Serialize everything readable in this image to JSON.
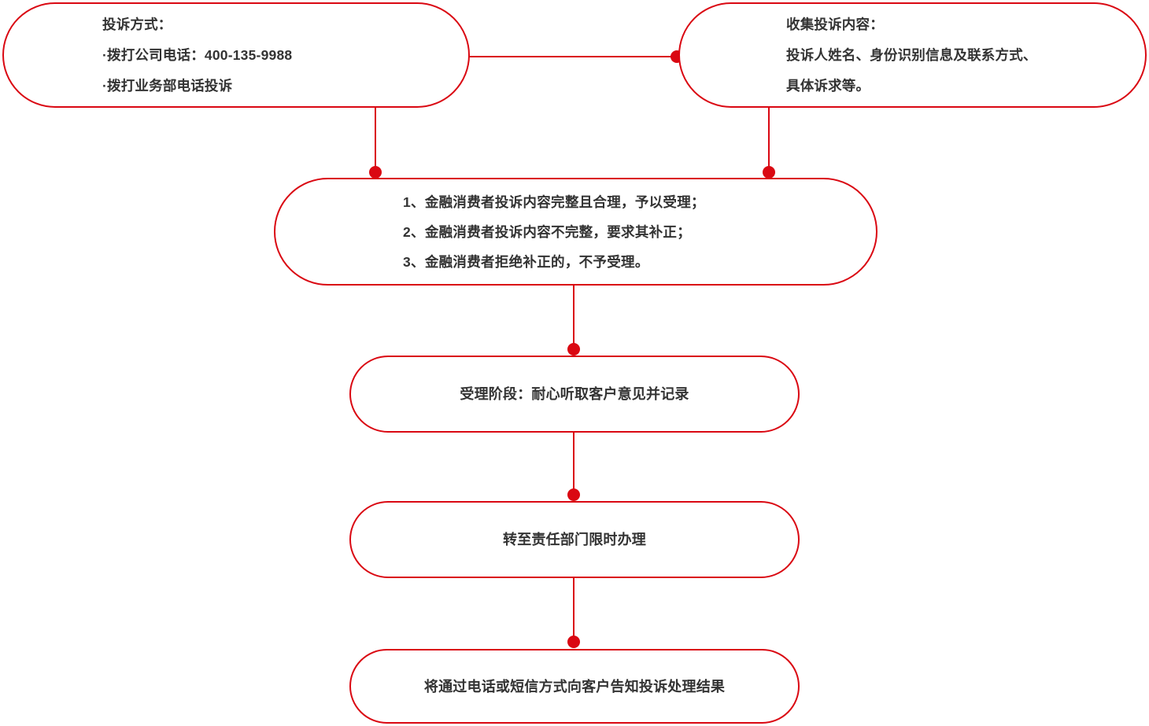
{
  "theme": {
    "line_color": "#DA0812",
    "text_color": "#333333",
    "background": "#FFFFFF"
  },
  "chart_data": {
    "type": "diagram",
    "diagram_kind": "flowchart",
    "title": "",
    "orientation": "top-to-bottom",
    "nodes": [
      {
        "id": "complaint-channels",
        "shape": "stadium",
        "lines": [
          "投诉方式：",
          "·拨打公司电话：400-135-9988",
          "·拨打业务部电话投诉"
        ]
      },
      {
        "id": "collect-content",
        "shape": "stadium",
        "lines": [
          "收集投诉内容：",
          "投诉人姓名、身份识别信息及联系方式、",
          "具体诉求等。"
        ]
      },
      {
        "id": "acceptance-rules",
        "shape": "stadium",
        "lines": [
          "1、金融消费者投诉内容完整且合理，予以受理；",
          "2、金融消费者投诉内容不完整，要求其补正；",
          "3、金融消费者拒绝补正的，不予受理。"
        ]
      },
      {
        "id": "acceptance-stage",
        "shape": "stadium",
        "lines": [
          "受理阶段：耐心听取客户意见并记录"
        ]
      },
      {
        "id": "transfer-department",
        "shape": "stadium",
        "lines": [
          "转至责任部门限时办理"
        ]
      },
      {
        "id": "notify-result",
        "shape": "stadium",
        "lines": [
          "将通过电话或短信方式向客户告知投诉处理结果"
        ]
      }
    ],
    "edges": [
      {
        "from": "complaint-channels",
        "to": "collect-content",
        "style": "horizontal",
        "endpoint_marker": "dot"
      },
      {
        "from": "complaint-channels",
        "to": "acceptance-rules",
        "style": "vertical",
        "endpoint_marker": "dot"
      },
      {
        "from": "collect-content",
        "to": "acceptance-rules",
        "style": "vertical",
        "endpoint_marker": "dot"
      },
      {
        "from": "acceptance-rules",
        "to": "acceptance-stage",
        "style": "vertical",
        "endpoint_marker": "dot"
      },
      {
        "from": "acceptance-stage",
        "to": "transfer-department",
        "style": "vertical",
        "endpoint_marker": "dot"
      },
      {
        "from": "transfer-department",
        "to": "notify-result",
        "style": "vertical",
        "endpoint_marker": "dot"
      }
    ]
  },
  "nodes": {
    "complaint_channels": {
      "line1": "投诉方式：",
      "line2": "·拨打公司电话：400-135-9988",
      "line3": "·拨打业务部电话投诉"
    },
    "collect_content": {
      "line1": "收集投诉内容：",
      "line2": "投诉人姓名、身份识别信息及联系方式、",
      "line3": "具体诉求等。"
    },
    "acceptance_rules": {
      "line1": "1、金融消费者投诉内容完整且合理，予以受理；",
      "line2": "2、金融消费者投诉内容不完整，要求其补正；",
      "line3": "3、金融消费者拒绝补正的，不予受理。"
    },
    "acceptance_stage": {
      "line1": "受理阶段：耐心听取客户意见并记录"
    },
    "transfer_department": {
      "line1": "转至责任部门限时办理"
    },
    "notify_result": {
      "line1": "将通过电话或短信方式向客户告知投诉处理结果"
    }
  }
}
